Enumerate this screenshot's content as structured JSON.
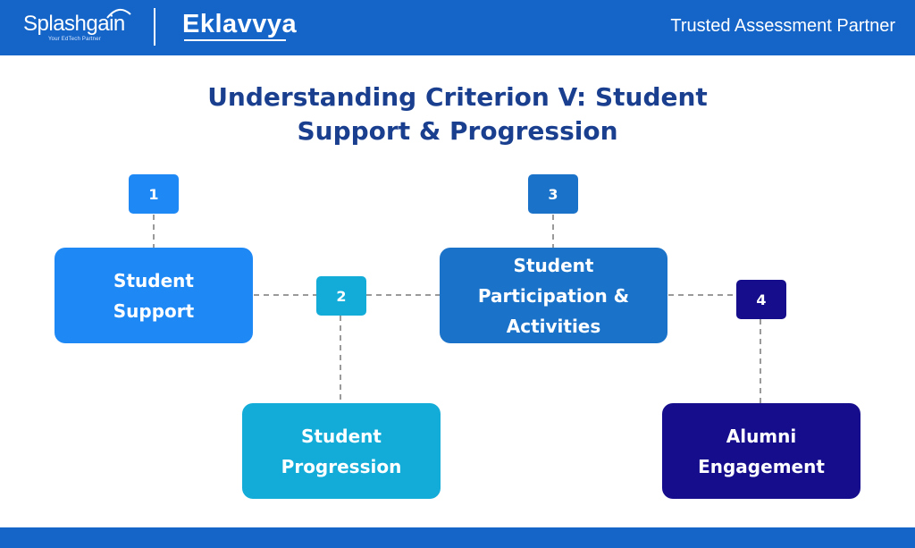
{
  "header": {
    "brand_primary": "Splashgain",
    "brand_primary_tagline": "Your EdTech Partner",
    "brand_secondary": "Eklavvya",
    "tagline": "Trusted Assessment Partner",
    "background_color": "#1565c9"
  },
  "title": {
    "line1": "Understanding Criterion V: Student",
    "line2": "Support & Progression",
    "color": "#1a3f8f"
  },
  "steps": [
    {
      "number": "1",
      "lines": [
        "Student",
        "Support"
      ],
      "color": "#1e88f5"
    },
    {
      "number": "2",
      "lines": [
        "Student",
        "Progression"
      ],
      "color": "#13acd8"
    },
    {
      "number": "3",
      "lines": [
        "Student",
        "Participation &",
        "Activities"
      ],
      "color": "#1b73c9"
    },
    {
      "number": "4",
      "lines": [
        "Alumni",
        "Engagement"
      ],
      "color": "#150d8c"
    }
  ],
  "connector_color": "#9a9a9a"
}
